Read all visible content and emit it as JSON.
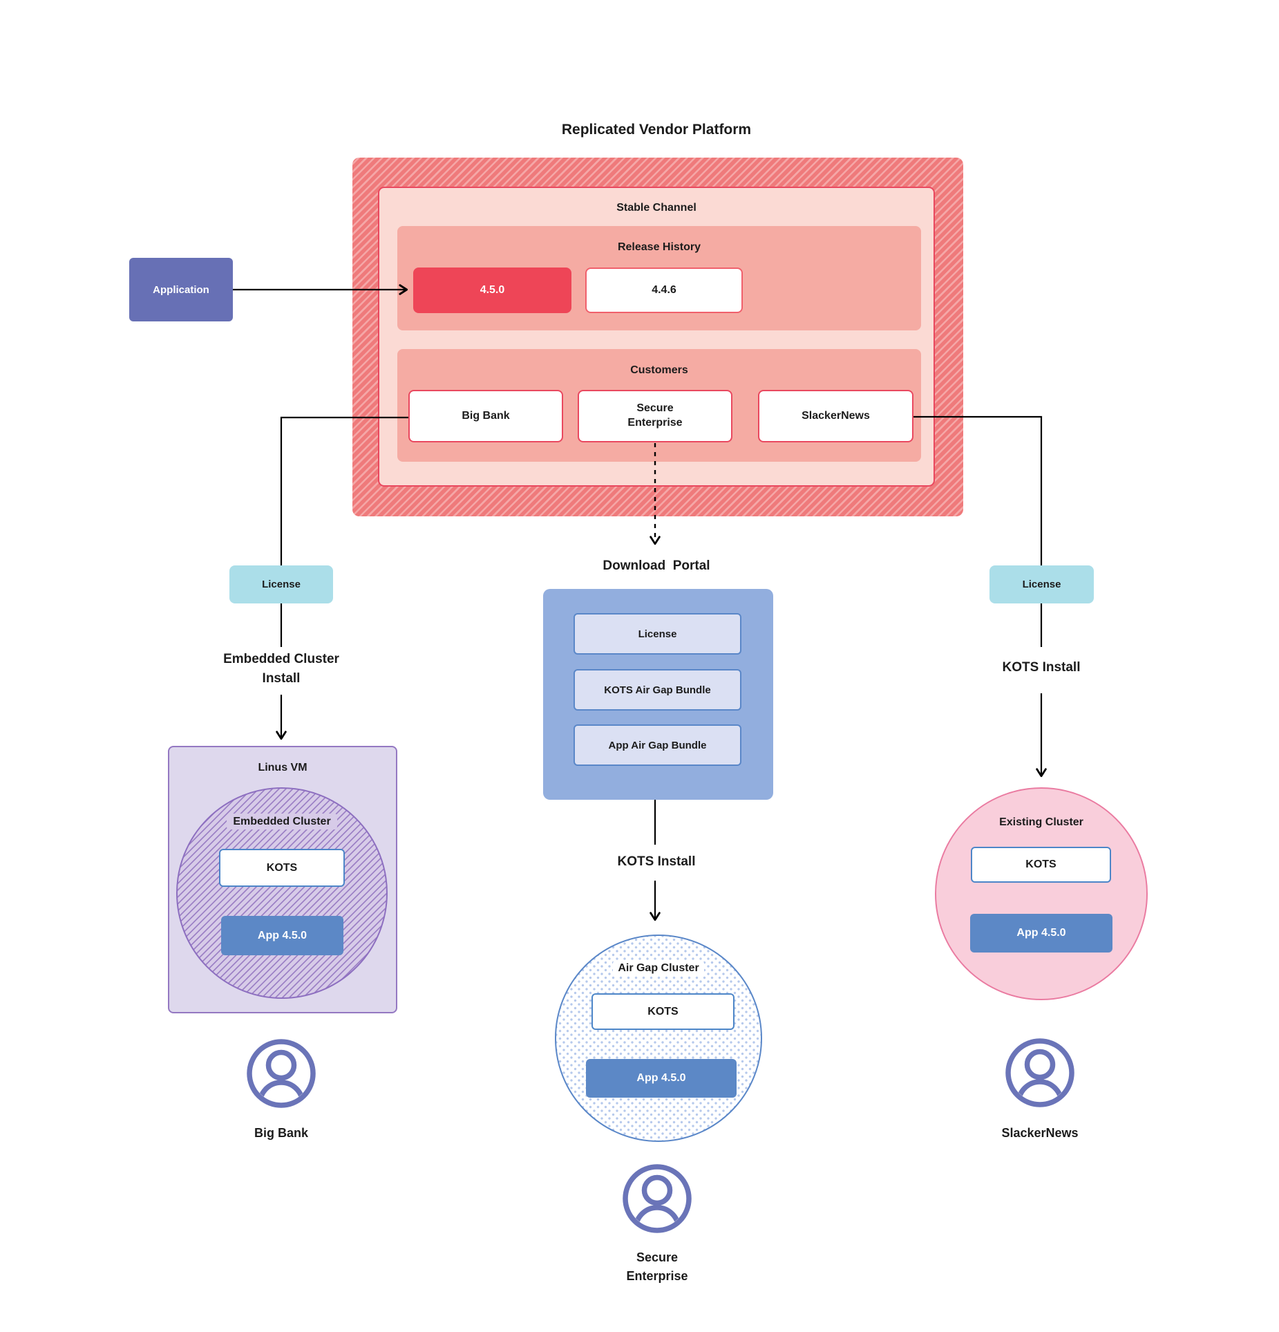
{
  "title": "Replicated Vendor Platform",
  "platform": {
    "stable_channel_label": "Stable Channel",
    "release_history_label": "Release History",
    "releases": [
      {
        "version": "4.5.0"
      },
      {
        "version": "4.4.6"
      }
    ],
    "customers_label": "Customers",
    "customers": [
      {
        "name": "Big Bank"
      },
      {
        "name": "Secure Enterprise"
      },
      {
        "name": "SlackerNews"
      }
    ]
  },
  "application_label": "Application",
  "left_branch": {
    "license_label": "License",
    "install_line1": "Embedded Cluster",
    "install_line2": "Install",
    "vm_label": "Linus VM",
    "cluster_label": "Embedded Cluster",
    "kots_label": "KOTS",
    "app_label": "App 4.5.0",
    "user_label": "Big Bank"
  },
  "middle_branch": {
    "portal_title": "Download  Portal",
    "portal_items": [
      {
        "label": "License"
      },
      {
        "label": "KOTS Air Gap Bundle"
      },
      {
        "label": "App Air Gap Bundle"
      }
    ],
    "install_label": "KOTS Install",
    "cluster_label": "Air Gap Cluster",
    "kots_label": "KOTS",
    "app_label": "App 4.5.0",
    "user_line1": "Secure",
    "user_line2": "Enterprise"
  },
  "right_branch": {
    "license_label": "License",
    "install_label": "KOTS Install",
    "cluster_label": "Existing Cluster",
    "kots_label": "KOTS",
    "app_label": "App 4.5.0",
    "user_label": "SlackerNews"
  },
  "colors": {
    "stripe_base": "#ef7a7b",
    "stripe_light": "#f5a7a7",
    "stable_fill": "#fbdad4",
    "stable_border": "#e9485f",
    "salmon_fill": "#f5aba3",
    "release_highlight_fill": "#ee4557",
    "release_border": "#f0606c",
    "application_fill": "#6770b5",
    "license_fill": "#abdee9",
    "portal_fill": "#92aede",
    "portal_item_fill": "#dbe0f3",
    "portal_item_border": "#5a87c8",
    "vm_fill": "#ded8ed",
    "vm_border": "#9478c2",
    "hatch_purple": "#9d82c6",
    "hatch_purple_bg": "#d7cbe8",
    "kots_border": "#4d86c8",
    "app_fill": "#5c88c6",
    "airgap_dot": "#b6c9ec",
    "existing_fill": "#f9cedb",
    "existing_border": "#ea7ba1",
    "user_icon": "#6a74b8",
    "connector": "#000000"
  }
}
